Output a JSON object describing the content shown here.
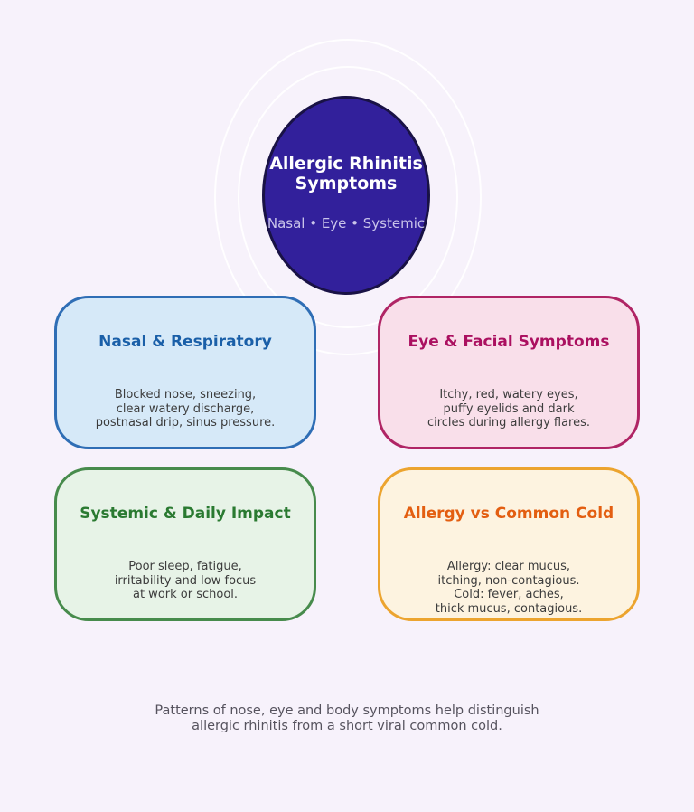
{
  "background": "#f7f2fb",
  "center": {
    "title": "Allergic Rhinitis\nSymptoms",
    "subtitle": "Nasal • Eye • Systemic",
    "fill": "#32209b",
    "border": "#191245",
    "title_color": "#ffffff",
    "subtitle_color": "#c9c4ea"
  },
  "cards": [
    {
      "title": "Nasal & Respiratory",
      "body": "Blocked nose, sneezing,\nclear watery discharge,\npostnasal drip, sinus pressure.",
      "bg": "#d6e9f8",
      "border": "#2f6eb5",
      "title_color": "#1a5fa8"
    },
    {
      "title": "Eye & Facial Symptoms",
      "body": "Itchy, red, watery eyes,\npuffy eyelids and dark\ncircles during allergy flares.",
      "bg": "#f9dfea",
      "border": "#b02565",
      "title_color": "#ab1060"
    },
    {
      "title": "Systemic & Daily Impact",
      "body": "Poor sleep, fatigue,\nirritability and low focus\nat work or school.",
      "bg": "#e7f3e7",
      "border": "#478b4c",
      "title_color": "#2a7a31"
    },
    {
      "title": "Allergy vs Common Cold",
      "body": "Allergy: clear mucus,\nitching, non-contagious.\nCold: fever, aches,\nthick mucus, contagious.",
      "bg": "#fdf3e0",
      "border": "#eca42f",
      "title_color": "#e35e11"
    }
  ],
  "body_text_color": "#3c3c3c",
  "caption": "Patterns of nose, eye and body symptoms help distinguish\nallergic rhinitis from a short viral common cold.",
  "caption_color": "#56535e"
}
